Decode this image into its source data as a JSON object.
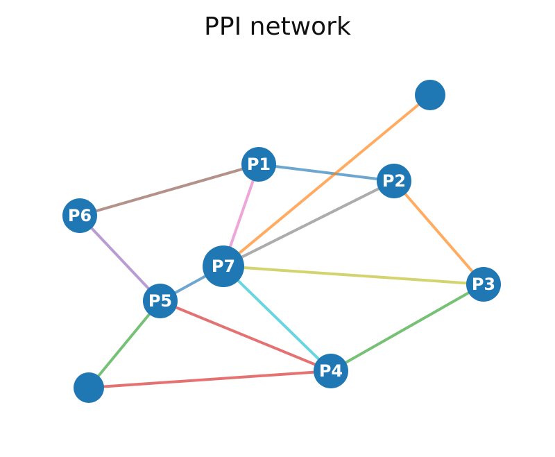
{
  "title": "PPI network",
  "node_color": "#1f77b4",
  "nodes": [
    {
      "id": "P1",
      "label": "P1"
    },
    {
      "id": "P2",
      "label": "P2"
    },
    {
      "id": "P3",
      "label": "P3"
    },
    {
      "id": "P4",
      "label": "P4"
    },
    {
      "id": "P5",
      "label": "P5"
    },
    {
      "id": "P6",
      "label": "P6"
    },
    {
      "id": "P7",
      "label": "P7"
    },
    {
      "id": "U1",
      "label": ""
    },
    {
      "id": "U2",
      "label": ""
    }
  ],
  "edges": [
    {
      "source": "P1",
      "target": "P2",
      "color": "#1f77b4"
    },
    {
      "source": "P1",
      "target": "P6",
      "color": "#8c564b"
    },
    {
      "source": "P1",
      "target": "P7",
      "color": "#e377c2"
    },
    {
      "source": "P2",
      "target": "P3",
      "color": "#ff7f0e"
    },
    {
      "source": "P2",
      "target": "P7",
      "color": "#7f7f7f"
    },
    {
      "source": "P7",
      "target": "U1",
      "color": "#ff7f0e"
    },
    {
      "source": "P7",
      "target": "P3",
      "color": "#bcbd22"
    },
    {
      "source": "P7",
      "target": "P4",
      "color": "#17becf"
    },
    {
      "source": "P7",
      "target": "P5",
      "color": "#1f77b4"
    },
    {
      "source": "P6",
      "target": "P5",
      "color": "#9467bd"
    },
    {
      "source": "P5",
      "target": "P4",
      "color": "#d62728"
    },
    {
      "source": "P5",
      "target": "U2",
      "color": "#2ca02c"
    },
    {
      "source": "U2",
      "target": "P4",
      "color": "#d62728"
    },
    {
      "source": "P4",
      "target": "P3",
      "color": "#2ca02c"
    }
  ]
}
